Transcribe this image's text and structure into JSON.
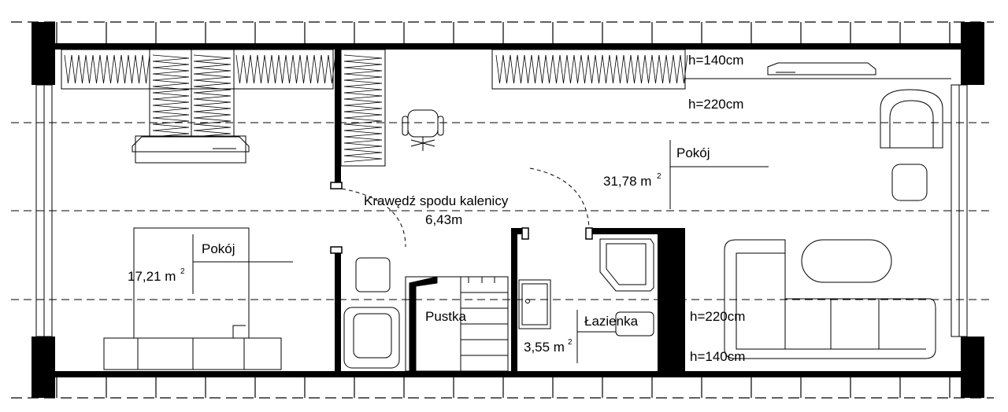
{
  "plan": {
    "rooms": [
      {
        "name": "Pokój",
        "area": "17,21 m",
        "sup": "2"
      },
      {
        "name": "Pokój",
        "area": "31,78 m",
        "sup": "2"
      },
      {
        "name": "Łazienka",
        "area": "3,55 m",
        "sup": "2"
      },
      {
        "name": "Pustka"
      }
    ],
    "ridge": {
      "line1": "Krawędź spodu kalenicy",
      "line2": "6,43m"
    },
    "heights": {
      "top_140": "h=140cm",
      "top_220": "h=220cm",
      "bottom_220": "h=220cm",
      "bottom_140": "h=140cm"
    }
  }
}
